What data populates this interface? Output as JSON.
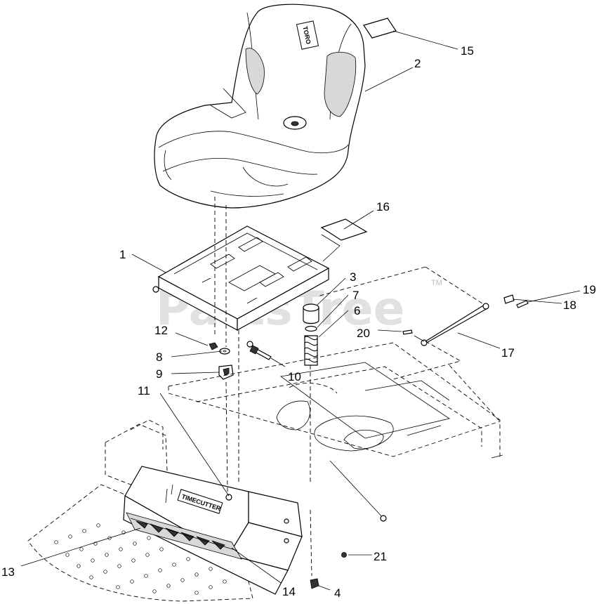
{
  "watermark": "PartsTree",
  "watermark_mark": "TM",
  "seat_brand": "TORO",
  "pan_brand": "TIMECUTTER",
  "callouts": [
    {
      "id": "c1",
      "label": "1"
    },
    {
      "id": "c2",
      "label": "2"
    },
    {
      "id": "c3",
      "label": "3"
    },
    {
      "id": "c4",
      "label": "4"
    },
    {
      "id": "c6",
      "label": "6"
    },
    {
      "id": "c7",
      "label": "7"
    },
    {
      "id": "c8",
      "label": "8"
    },
    {
      "id": "c9",
      "label": "9"
    },
    {
      "id": "c10",
      "label": "10"
    },
    {
      "id": "c11",
      "label": "11"
    },
    {
      "id": "c12",
      "label": "12"
    },
    {
      "id": "c13",
      "label": "13"
    },
    {
      "id": "c14",
      "label": "14"
    },
    {
      "id": "c15",
      "label": "15"
    },
    {
      "id": "c16",
      "label": "16"
    },
    {
      "id": "c17",
      "label": "17"
    },
    {
      "id": "c18",
      "label": "18"
    },
    {
      "id": "c19",
      "label": "19"
    },
    {
      "id": "c20",
      "label": "20"
    },
    {
      "id": "c21",
      "label": "21"
    }
  ]
}
